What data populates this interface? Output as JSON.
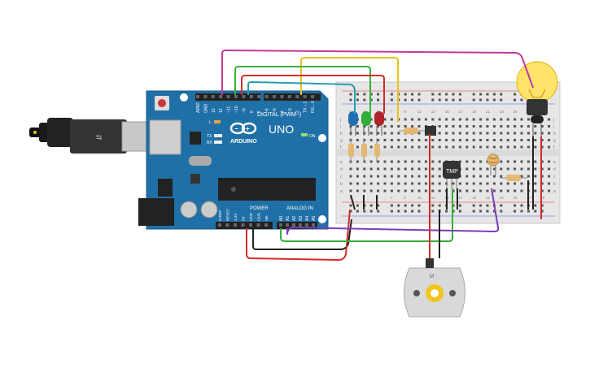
{
  "board": {
    "brand": "ARDUINO",
    "model": "UNO",
    "digital_label": "DIGITAL (PWM~)",
    "analog_label": "ANALOG IN",
    "power_label": "POWER",
    "on_label": "ON",
    "l_label": "L",
    "tx_label": "TX",
    "rx_label": "RX",
    "logo": "infinity-logo",
    "digital_pins": [
      "AREF",
      "GND",
      "13",
      "12",
      "~11",
      "~10",
      "~9",
      "8",
      "7",
      "~6",
      "~5",
      "4",
      "~3",
      "2",
      "TX→1",
      "RX←0"
    ],
    "power_pins": [
      "IOREF",
      "RESET",
      "3.3V",
      "5V",
      "GND",
      "GND",
      "Vin"
    ],
    "analog_pins": [
      "A0",
      "A1",
      "A2",
      "A3",
      "A4",
      "A5"
    ]
  },
  "breadboard": {
    "row_letters_top": [
      "j",
      "i",
      "h",
      "g",
      "f"
    ],
    "row_letters_bottom": [
      "e",
      "d",
      "c",
      "b",
      "a"
    ],
    "columns": [
      "1",
      "",
      "3",
      "",
      "5",
      "",
      "7",
      "",
      "9",
      "",
      "11",
      "",
      "13",
      "",
      "15",
      "",
      "17",
      "",
      "19",
      "",
      "21",
      "",
      "23",
      "",
      "25",
      "",
      "27",
      "",
      "29",
      ""
    ]
  },
  "components": {
    "tmp_label": "TMP",
    "motor_label": "M",
    "bulb": "light-bulb-icon",
    "leds": [
      {
        "color": "#1f6fb2"
      },
      {
        "color": "#2fae3a"
      },
      {
        "color": "#b0232a"
      }
    ]
  },
  "wire_colors": {
    "magenta": "#c2399b",
    "yellow": "#e8c21f",
    "green": "#3aae3a",
    "red": "#d42a2a",
    "teal": "#2a9bb0",
    "purple": "#7d3cb5",
    "black": "#222222"
  }
}
